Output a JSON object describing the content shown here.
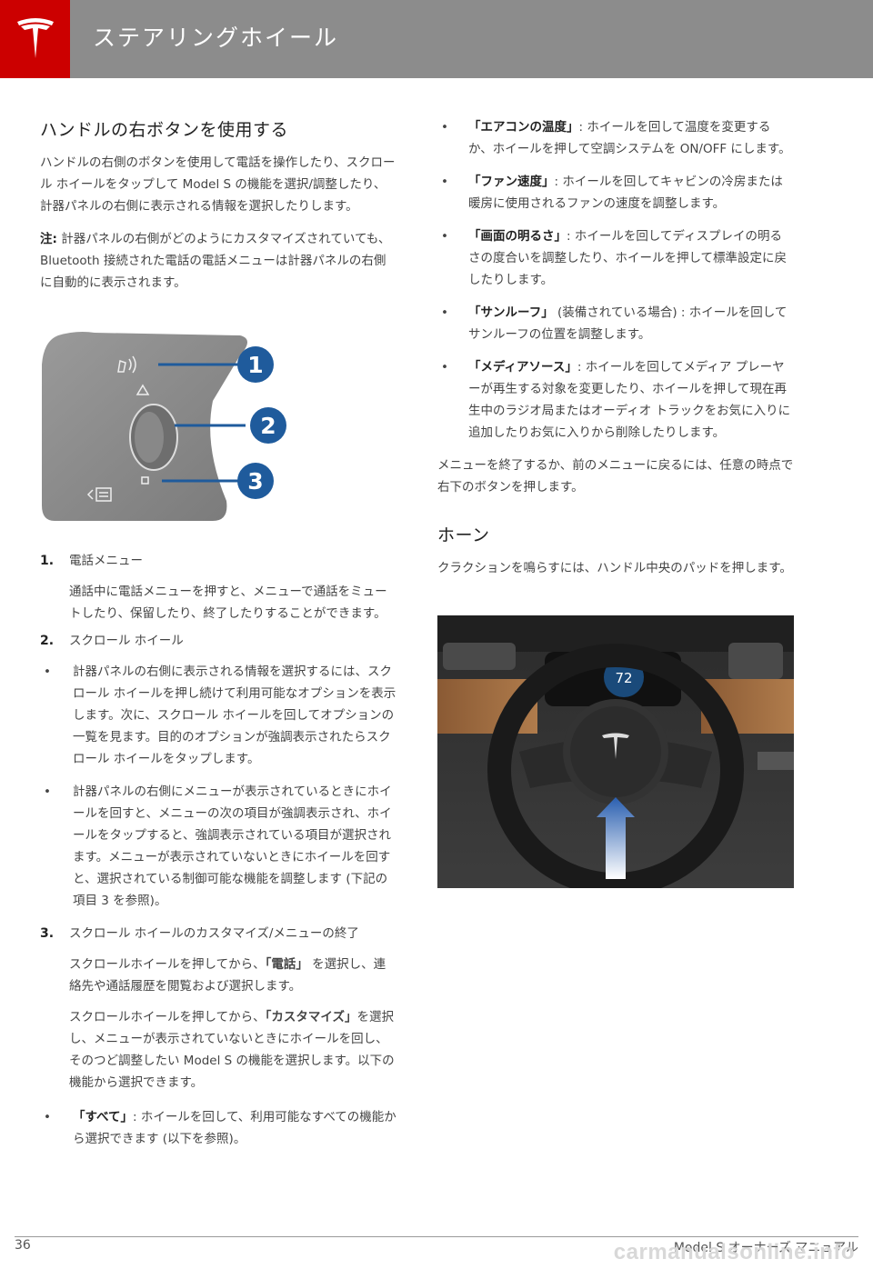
{
  "header": {
    "title": "ステアリングホイール"
  },
  "left": {
    "heading": "ハンドルの右ボタンを使用する",
    "intro": "ハンドルの右側のボタンを使用して電話を操作したり、スクロール ホイールをタップして Model S の機能を選択/調整したり、計器パネルの右側に表示される情報を選択したりします。",
    "note_label": "注:",
    "note_text": " 計器パネルの右側がどのようにカスタマイズされていても、Bluetooth 接続された電話の電話メニューは計器パネルの右側に自動的に表示されます。",
    "callouts": [
      "1",
      "2",
      "3"
    ],
    "items": [
      {
        "num": "1.",
        "label": "電話メニュー",
        "desc": "通話中に電話メニューを押すと、メニューで通話をミュートしたり、保留したり、終了したりすることができます。"
      },
      {
        "num": "2.",
        "label": "スクロール ホイール",
        "bullets": [
          "計器パネルの右側に表示される情報を選択するには、スクロール ホイールを押し続けて利用可能なオプションを表示します。次に、スクロール ホイールを回してオプションの一覧を見ます。目的のオプションが強調表示されたらスクロール ホイールをタップします。",
          "計器パネルの右側にメニューが表示されているときにホイールを回すと、メニューの次の項目が強調表示され、ホイールをタップすると、強調表示されている項目が選択されます。メニューが表示されていないときにホイールを回すと、選択されている制御可能な機能を調整します (下記の項目 3 を参照)。"
        ]
      },
      {
        "num": "3.",
        "label": "スクロール ホイールのカスタマイズ/メニューの終了",
        "desc_a_pre": "スクロールホイールを押してから、",
        "desc_a_bold": "「電話」",
        "desc_a_post": " を選択し、連絡先や通話履歴を閲覧および選択します。",
        "desc_b_pre": "スクロールホイールを押してから、",
        "desc_b_bold": "「カスタマイズ」",
        "desc_b_post": "を選択し、メニューが表示されていないときにホイールを回し、そのつど調整したい Model S の機能を選択します。以下の機能から選択できます。",
        "bullet_bold": "「すべて」",
        "bullet_text": ": ホイールを回して、利用可能なすべての機能から選択できます (以下を参照)。"
      }
    ]
  },
  "right": {
    "bullets": [
      {
        "bold": "「エアコンの温度」",
        "text": ": ホイールを回して温度を変更するか、ホイールを押して空調システムを ON/OFF にします。"
      },
      {
        "bold": "「ファン速度」",
        "text": ": ホイールを回してキャビンの冷房または暖房に使用されるファンの速度を調整します。"
      },
      {
        "bold": "「画面の明るさ」",
        "text": ": ホイールを回してディスプレイの明るさの度合いを調整したり、ホイールを押して標準設定に戻したりします。"
      },
      {
        "bold": "「サンルーフ」",
        "text": " (装備されている場合) : ホイールを回してサンルーフの位置を調整します。"
      },
      {
        "bold": "「メディアソース」",
        "text": ": ホイールを回してメディア プレーヤーが再生する対象を変更したり、ホイールを押して現在再生中のラジオ局またはオーディオ トラックをお気に入りに追加したりお気に入りから削除したりします。"
      }
    ],
    "exit_text": "メニューを終了するか、前のメニューに戻るには、任意の時点で右下のボタンを押します。",
    "horn_heading": "ホーン",
    "horn_text": "クラクションを鳴らすには、ハンドル中央のパッドを押します。",
    "dash_speed": "72"
  },
  "footer": {
    "page": "36",
    "title": "Model S オーナーズ マニュアル",
    "watermark": "carmanualsonline.info"
  },
  "colors": {
    "header_bg": "#8c8c8c",
    "logo_bg": "#cc0000",
    "callout_blue": "#1f5b9c"
  }
}
